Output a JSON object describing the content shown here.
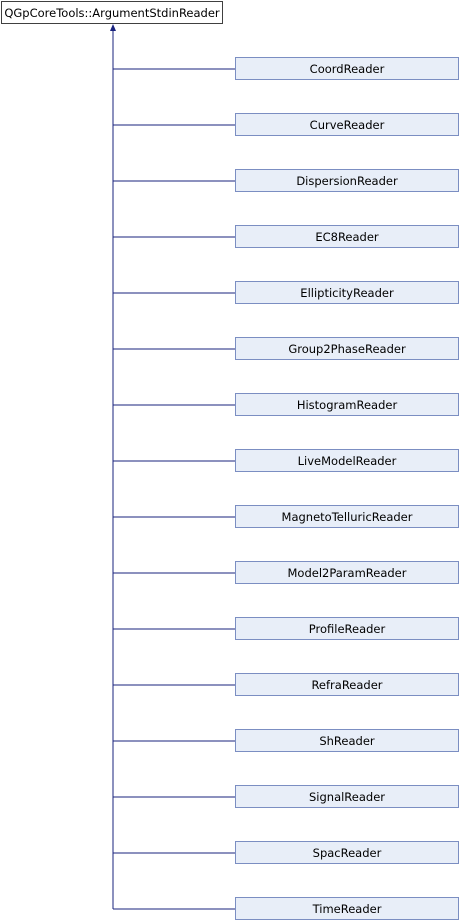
{
  "diagram": {
    "base_class": "QGpCoreTools::ArgumentStdinReader",
    "derived_classes": [
      "CoordReader",
      "CurveReader",
      "DispersionReader",
      "EC8Reader",
      "EllipticityReader",
      "Group2PhaseReader",
      "HistogramReader",
      "LiveModelReader",
      "MagnetoTelluricReader",
      "Model2ParamReader",
      "ProfileReader",
      "RefraReader",
      "ShReader",
      "SignalReader",
      "SpacReader",
      "TimeReader"
    ],
    "colors": {
      "connector": "#1a237e",
      "derived_fill": "#e8eef8",
      "derived_border": "#7b8ec2",
      "base_border": "#404040"
    }
  }
}
